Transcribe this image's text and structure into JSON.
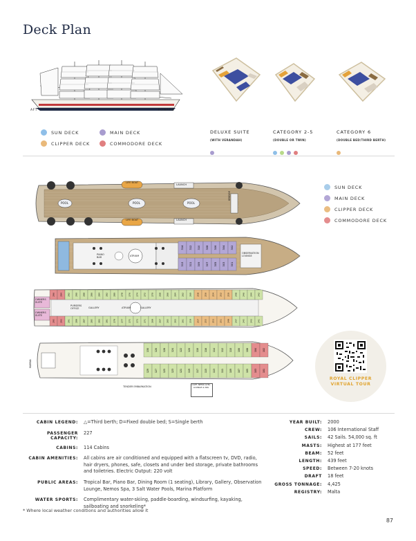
{
  "page": {
    "title": "Deck Plan",
    "page_number": "87",
    "footnote": "* Where local weather conditions and authorities allow it"
  },
  "ship_side": {
    "aft": "AFT",
    "forward": "FOWARD"
  },
  "deck_legend_top": [
    {
      "label": "SUN DECK",
      "color": "#8fbfe8"
    },
    {
      "label": "MAIN DECK",
      "color": "#a89ccf"
    },
    {
      "label": "CLIPPER DECK",
      "color": "#e9b97a"
    },
    {
      "label": "COMMODORE DECK",
      "color": "#e07f80"
    }
  ],
  "deck_legend_side": [
    {
      "label": "SUN DECK",
      "color": "#a9cdea"
    },
    {
      "label": "MAIN DECK",
      "color": "#b3a7d6"
    },
    {
      "label": "CLIPPER DECK",
      "color": "#eabd82"
    },
    {
      "label": "COMMODORE DECK",
      "color": "#e48d8e"
    }
  ],
  "categories": [
    {
      "title": "DELUXE SUITE",
      "sub": "(WITH VERANDAH)",
      "dots": [
        "#a89ccf"
      ]
    },
    {
      "title": "CATEGORY 2-5",
      "sub": "(DOUBLE OR TWIN)",
      "dots": [
        "#8fbfe8",
        "#b8d98a",
        "#a89ccf",
        "#e07f80"
      ]
    },
    {
      "title": "CATEGORY 6",
      "sub": "(DOUBLE BED/THIRD BERTH)",
      "dots": [
        "#e9b97a"
      ]
    }
  ],
  "deck_labels": {
    "life_boat": "LIFE BOAT",
    "launch": "LAUNCH",
    "pool": "POOL",
    "bridge": "BRIDGE",
    "owners_suite": "OWNERS SUITE",
    "pursers_office": "PURSERS OFFICE",
    "gallery": "GALLERY",
    "atrium": "ATRIUM",
    "observation_lounge": "OBSERVATION LOUNGE",
    "piano_bar": "PIANO BAR",
    "tender_embarkation": "TENDER EMBARKATION",
    "spa": "CAPT. NEMO GYM, LOUNGE & SPA",
    "marina": "MARINA"
  },
  "qr": {
    "line1": "ROYAL CLIPPER",
    "line2": "VIRTUAL TOUR"
  },
  "specs_left": [
    {
      "label": "CABIN LEGEND:",
      "value": "△=Third berth; D=Fixed double bed; S=Single berth"
    },
    {
      "label": "PASSENGER CAPACITY:",
      "value": "227"
    },
    {
      "label": "CABINS:",
      "value": "114 Cabins"
    },
    {
      "label": "CABIN AMENITIES:",
      "value": "All cabins are air conditioned and equipped with a flatscreen tv, DVD, radio, hair dryers, phones, safe, closets and under bed storage, private bathrooms and toiletries. Electric Output: 220 volt"
    },
    {
      "label": "PUBLIC AREAS:",
      "value": "Tropical Bar, Piano Bar, Dining Room (1 seating), Library, Gallery, Observation Lounge, Nemos Spa, 3 Salt Water Pools, Marina Platform"
    },
    {
      "label": "WATER SPORTS:",
      "value": "Complimentary water-skiing, paddle-boarding, windsurfing, kayaking, sailboating and snorkeling*"
    }
  ],
  "specs_right": [
    {
      "label": "YEAR BUILT:",
      "value": "2000"
    },
    {
      "label": "CREW:",
      "value": "106 International Staff"
    },
    {
      "label": "SAILS:",
      "value": "42 Sails. 54,000 sq. ft"
    },
    {
      "label": "MASTS:",
      "value": "Highest at 177 feet"
    },
    {
      "label": "BEAM:",
      "value": "52 feet"
    },
    {
      "label": "LENGTH:",
      "value": "439 feet"
    },
    {
      "label": "SPEED:",
      "value": "Between 7-20 knots"
    },
    {
      "label": "DRAFT",
      "value": "18 feet"
    },
    {
      "label": "GROSS TONNAGE:",
      "value": "4,425"
    },
    {
      "label": "REGISTRY:",
      "value": "Malta"
    }
  ],
  "cabins": {
    "main_deck": [
      "314",
      "313",
      "312",
      "311",
      "310",
      "309",
      "308",
      "307",
      "306",
      "305",
      "304",
      "303",
      "302",
      "301"
    ],
    "clipper_top": [
      "296",
      "295",
      "294",
      "293",
      "292",
      "291",
      "290",
      "289",
      "288",
      "287",
      "286",
      "285",
      "284",
      "283",
      "282",
      "281",
      "280",
      "279",
      "278",
      "277",
      "276",
      "275",
      "274",
      "273",
      "272",
      "271",
      "270",
      "269",
      "268",
      "267",
      "266",
      "265",
      "264",
      "263",
      "262",
      "261",
      "260",
      "259",
      "258",
      "257",
      "256",
      "255",
      "254",
      "253",
      "252",
      "251",
      "250",
      "249",
      "248",
      "247",
      "246",
      "245",
      "244",
      "243",
      "242",
      "241",
      "240",
      "239",
      "238",
      "237",
      "236",
      "235",
      "234",
      "233",
      "232",
      "231",
      "230",
      "229",
      "228",
      "227",
      "226",
      "225",
      "224",
      "223",
      "222",
      "221",
      "220",
      "219",
      "218",
      "217",
      "216",
      "215",
      "214",
      "213",
      "212",
      "211",
      "210",
      "209",
      "208",
      "207",
      "206",
      "205",
      "204",
      "203",
      "202",
      "201"
    ],
    "commodore": [
      "130",
      "129",
      "128",
      "127",
      "126",
      "125",
      "124",
      "123",
      "122",
      "121",
      "120",
      "119",
      "118",
      "117",
      "116",
      "115",
      "114",
      "113",
      "112",
      "111",
      "110",
      "109",
      "108",
      "107",
      "106",
      "105",
      "104",
      "103",
      "102",
      "101"
    ]
  }
}
